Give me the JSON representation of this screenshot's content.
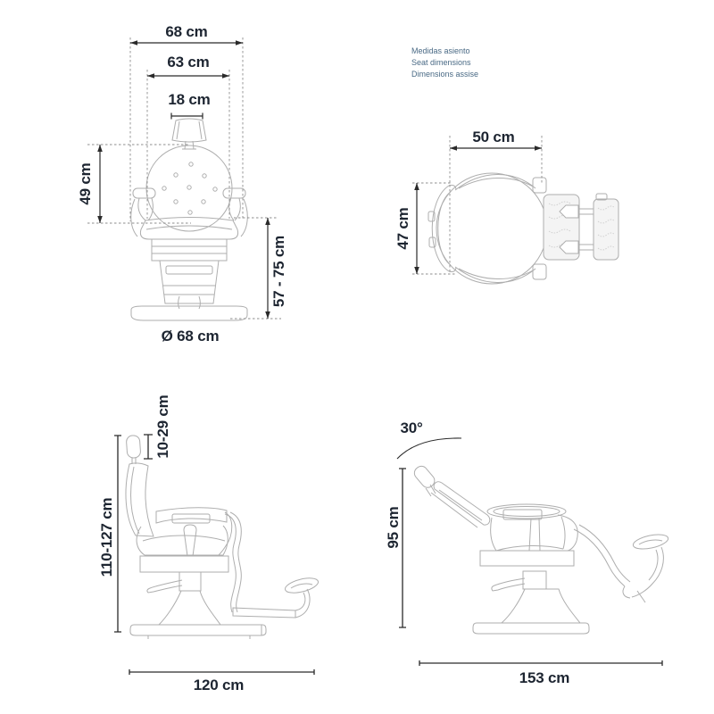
{
  "document": {
    "type": "barber-chair dimensions spec sheet",
    "background": "#ffffff"
  },
  "colors": {
    "line_art": "#aeaeae",
    "dimension_lines": "#2a2a2a",
    "dashed_reference": "#8d8d8d",
    "label_text": "#1d2531",
    "note_text": "#4a6a85"
  },
  "views": {
    "front": {
      "overall_width": "68 cm",
      "backrest_width": "63 cm",
      "headrest_width": "18 cm",
      "backrest_height": "49 cm",
      "seat_height_range": "57 - 75 cm",
      "base_diameter": "Ø 68 cm"
    },
    "top": {
      "notes": [
        "Medidas asiento",
        "Seat dimensions",
        "Dimensions assise"
      ],
      "seat_width": "50 cm",
      "seat_depth": "47 cm"
    },
    "side": {
      "headrest_travel": "10-29 cm",
      "overall_height_range": "110-127 cm",
      "overall_length": "120 cm"
    },
    "reclined": {
      "recline_angle": "30°",
      "backrest_height": "95 cm",
      "overall_length": "153 cm"
    }
  }
}
